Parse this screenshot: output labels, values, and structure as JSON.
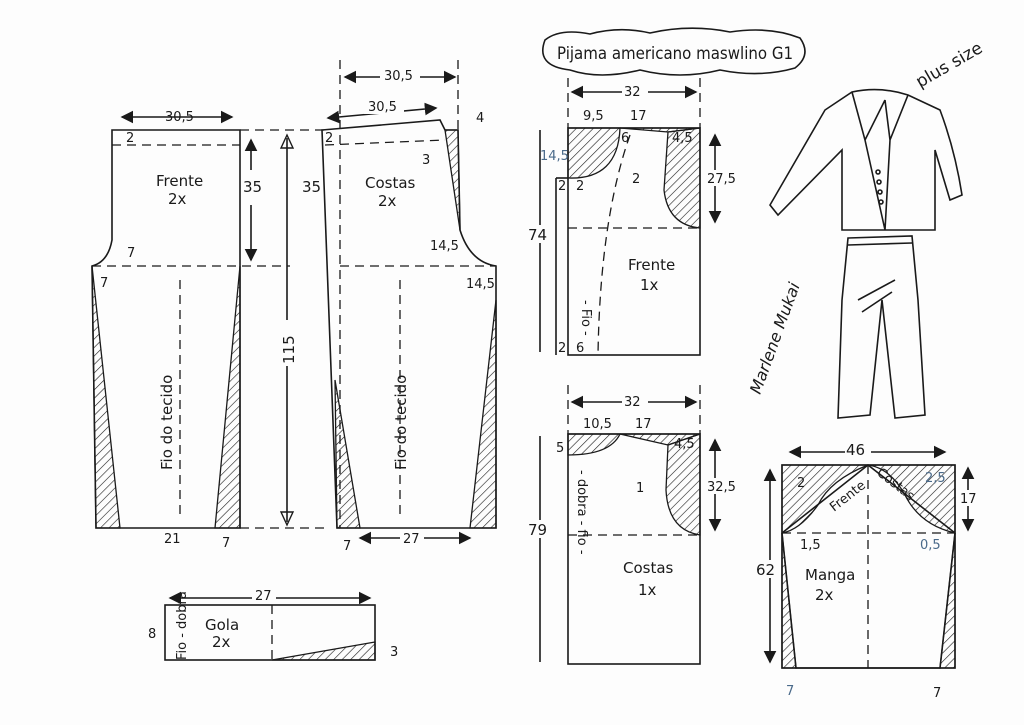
{
  "title": "Pijama americano maswlino G1",
  "subtitle": "plus size",
  "signature": "Marlene Mukai",
  "pants_front": {
    "name": "Frente",
    "qty": "2x",
    "grain": "Fio do tecido",
    "width": "30,5",
    "waistband": "2",
    "rise": "35",
    "crotch_depth": "7",
    "crotch_ext": "7",
    "hem": "21",
    "hem_side": "7"
  },
  "pants_back": {
    "name": "Costas",
    "qty": "2x",
    "grain": "Fio do tecido",
    "width_top": "30,5",
    "width_slant": "30,5",
    "raise": "4",
    "dart": "3",
    "waistband": "2",
    "rise": "35",
    "crotch_depth": "14,5",
    "crotch_ext": "14,5",
    "hem": "27",
    "hem_side": "7"
  },
  "pants_length": "115",
  "collar": {
    "name": "Gola",
    "qty": "2x",
    "grain": "Fio - dobra",
    "width": "27",
    "height": "8",
    "point": "3"
  },
  "shirt_front": {
    "name": "Frente",
    "qty": "1x",
    "grain": "- Fio -",
    "width": "32",
    "neck_w": "9,5",
    "shoulder": "17",
    "neck_d": "14,5",
    "shoulder_drop": "4,5",
    "armhole_depth": "27,5",
    "armhole_curve": "2",
    "length": "74",
    "facing": "2",
    "facing2": "2",
    "overlap": "2",
    "button_line": "6",
    "button_line2": "6"
  },
  "shirt_back": {
    "name": "Costas",
    "qty": "1x",
    "grain": "- dobra - fio -",
    "width": "32",
    "neck_w": "10,5",
    "shoulder": "17",
    "neck_d": "5",
    "shoulder_drop": "4,5",
    "armhole_depth": "32,5",
    "armhole_curve": "1",
    "length": "79"
  },
  "sleeve": {
    "name": "Manga",
    "qty": "2x",
    "width": "46",
    "cap_height": "17",
    "length": "62",
    "front_label": "Frente",
    "back_label": "Costas",
    "front_out": "2",
    "front_in": "1,5",
    "back_out": "2,5",
    "back_in": "0,5",
    "hem_left": "7",
    "hem_right": "7"
  }
}
